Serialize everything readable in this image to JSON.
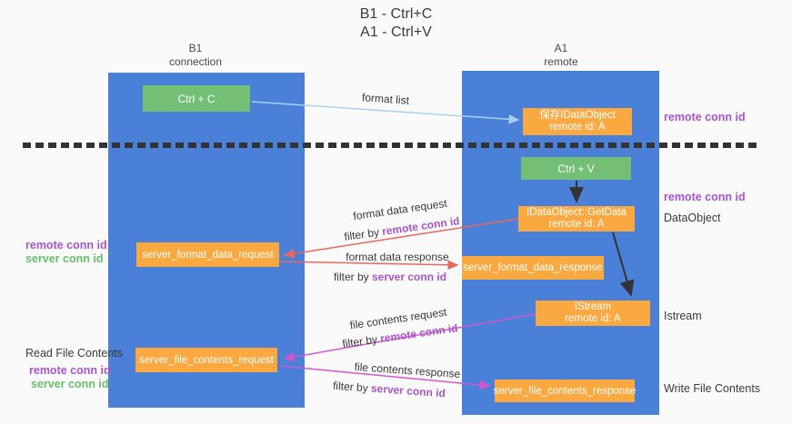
{
  "title": {
    "line1": "B1 - Ctrl+C",
    "line2": "A1 - Ctrl+V"
  },
  "columns": {
    "left": {
      "name": "B1",
      "role": "connection"
    },
    "right": {
      "name": "A1",
      "role": "remote"
    }
  },
  "boxes": {
    "ctrl_c": {
      "label": "Ctrl + C"
    },
    "ctrl_v": {
      "label": "Ctrl + V"
    },
    "save_dataobject": {
      "line1": "保存IDataObject",
      "line2": "remote id: A"
    },
    "getdata": {
      "line1": "IDataObject::GetData",
      "line2": "remote id: A"
    },
    "istream": {
      "line1": "IStream",
      "line2": "remote id: A"
    },
    "format_request": {
      "label": "server_format_data_request"
    },
    "format_response": {
      "label": "server_format_data_response"
    },
    "file_request": {
      "label": "server_file_contents_request"
    },
    "file_response": {
      "label": "server_file_contents_response"
    }
  },
  "arrow_labels": {
    "format_list": "format list",
    "format_data_request": "format data request",
    "format_data_request_filter_prefix": "filter by ",
    "format_data_request_filter_key": "remote conn id",
    "format_data_response": "format data response",
    "format_data_response_filter_prefix": "filter by ",
    "format_data_response_filter_key": "server conn id",
    "file_contents_request": "file contents request",
    "file_contents_request_filter_prefix": "filter by ",
    "file_contents_request_filter_key": "remote conn id",
    "file_contents_response": "file contents response",
    "file_contents_response_filter_prefix": "filter by ",
    "file_contents_response_filter_key": "server conn id"
  },
  "side_labels": {
    "right_top_remote_conn_id": "remote conn id",
    "right_mid_remote_conn_id": "remote conn id",
    "right_dataobject": "DataObject",
    "right_istream": "Istream",
    "right_write_file": "Write File Contents",
    "left_remote_conn_id_1": "remote conn id",
    "left_server_conn_id_1": "server conn id",
    "left_read_file": "Read File Contents",
    "left_remote_conn_id_2": "remote conn id",
    "left_server_conn_id_2": "server conn id"
  },
  "colors": {
    "lane_blue": "#4a80d8",
    "box_green": "#72bf75",
    "box_orange": "#f9a940",
    "purple_text": "#a855cc",
    "green_text": "#68bd6e",
    "arrow_red": "#e8685c",
    "arrow_magenta": "#d356cf",
    "arrow_blue": "#a6d1f2",
    "arrow_black": "#333333"
  }
}
